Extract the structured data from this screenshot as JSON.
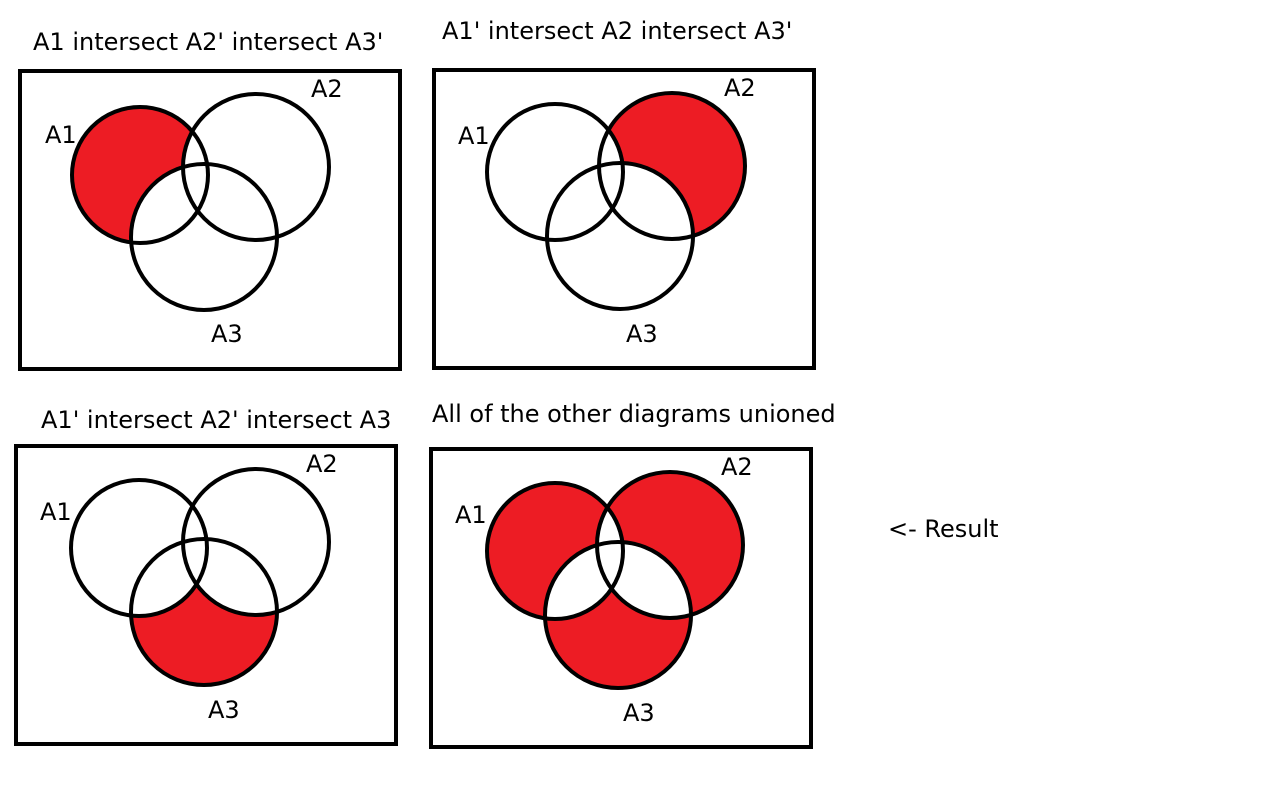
{
  "colors": {
    "fill": "#ed1c24",
    "stroke": "#000000",
    "background": "#ffffff"
  },
  "panels": [
    {
      "title": "A1 intersect A2' intersect A3'",
      "labels": {
        "a1": "A1",
        "a2": "A2",
        "a3": "A3"
      },
      "shaded_region": "A1 only"
    },
    {
      "title": "A1' intersect A2 intersect A3'",
      "labels": {
        "a1": "A1",
        "a2": "A2",
        "a3": "A3"
      },
      "shaded_region": "A2 only"
    },
    {
      "title": "A1' intersect A2' intersect A3",
      "labels": {
        "a1": "A1",
        "a2": "A2",
        "a3": "A3"
      },
      "shaded_region": "A3 only"
    },
    {
      "title": "All of the other diagrams unioned",
      "labels": {
        "a1": "A1",
        "a2": "A2",
        "a3": "A3"
      },
      "shaded_region": "A1 only, A2 only, A3 only"
    }
  ],
  "result_label": "<- Result"
}
